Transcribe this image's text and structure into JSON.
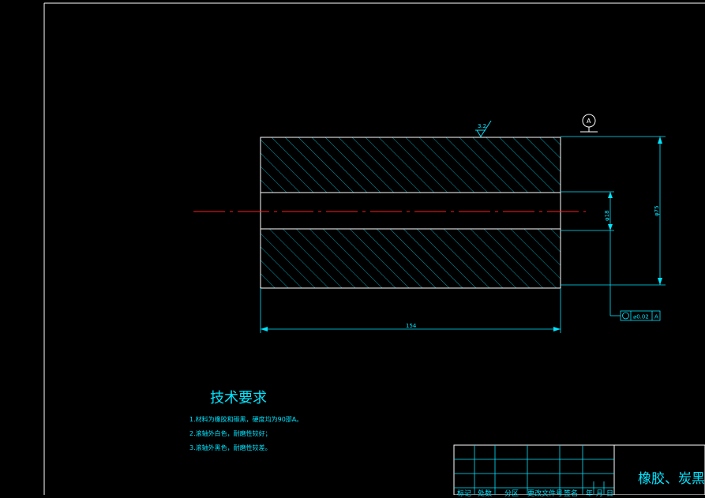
{
  "dimensions": {
    "length": "154",
    "outer_diameter": "φ75",
    "inner_diameter": "φ18"
  },
  "surface_finish": "3.2",
  "datum": {
    "label": "A"
  },
  "tolerance_frame": {
    "symbol": "circularity-circle-icon",
    "value": "⌀0.02",
    "datum": "A"
  },
  "technical_requirements": {
    "title": "技术要求",
    "notes": [
      "1.材料为橡胶和碳黑，硬度均为90邵A。",
      "2.滚轴外白色，耐磨性较好；",
      "3.滚轴外黑色，耐磨性较差。"
    ]
  },
  "title_block": {
    "material": "橡胶、炭黑",
    "headers": [
      "标记",
      "处数",
      "分区",
      "更改文件号",
      "签名",
      "年",
      "月",
      "日"
    ]
  },
  "colors": {
    "background": "#000000",
    "outline": "#ffffff",
    "hatch_and_dim": "#00e5ff",
    "centerline": "#ff1a1a"
  }
}
